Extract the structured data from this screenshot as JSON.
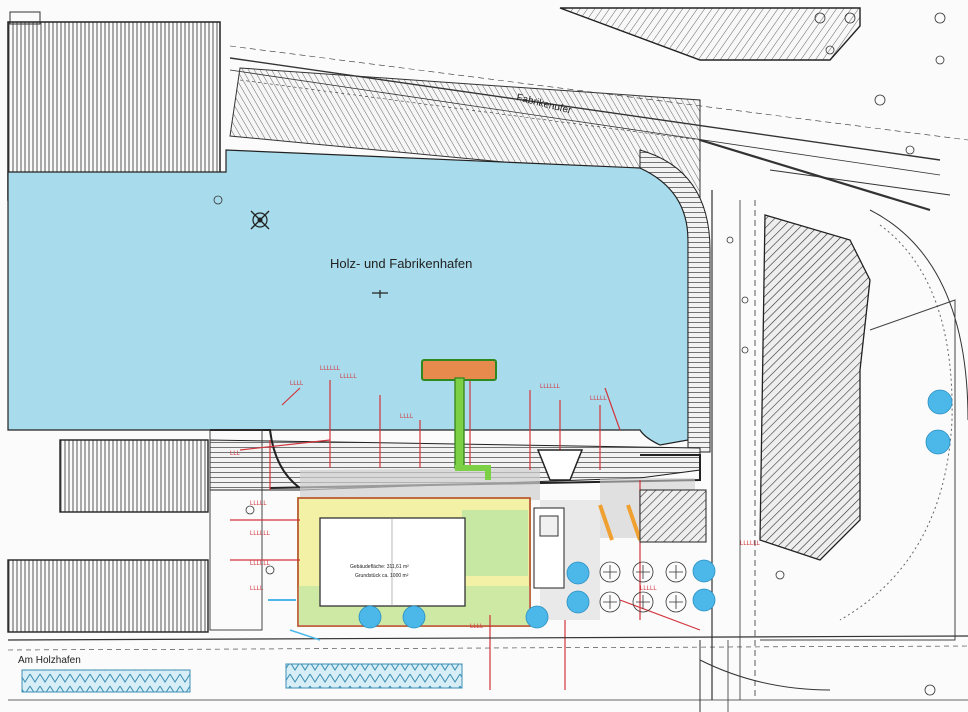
{
  "labels": {
    "harbor": "Holz- und Fabrikenhafen",
    "street_top": "Fabrikenufer",
    "street_bottom": "Am Holzhafen"
  },
  "building_info": {
    "line1": "Gebäudefläche: 311,61 m²",
    "line2": "Grundstück ca. 1000 m²"
  },
  "colors": {
    "water": "#a8dcec",
    "site_yellow": "#f2f1a6",
    "site_green": "#bfe6a2",
    "pier_green": "#7bd045",
    "pontoon": "#e68a4e",
    "trees_blue": "#4cb8ea",
    "markup_red": "#d2343c",
    "pavement_grey": "#cfcfcf"
  },
  "icons": [
    "north-arrow-icon",
    "tree-symbol-icon",
    "bollard-icon"
  ]
}
